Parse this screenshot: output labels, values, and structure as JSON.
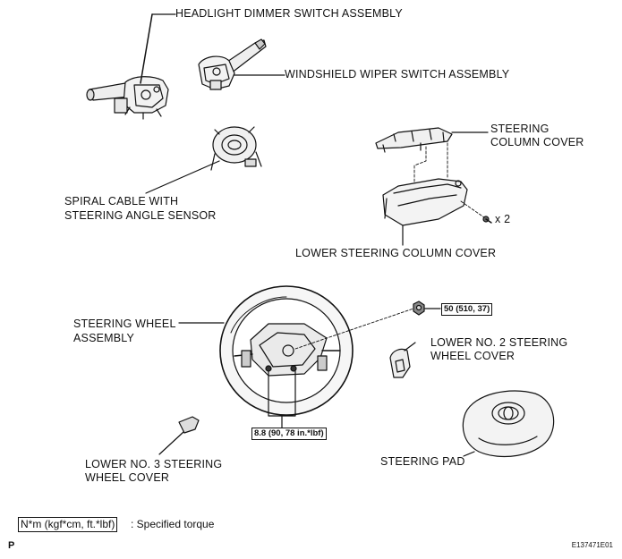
{
  "labels": {
    "headlight": "HEADLIGHT DIMMER SWITCH ASSEMBLY",
    "wiper": "WINDSHIELD WIPER SWITCH ASSEMBLY",
    "col_cover_1": "STEERING",
    "col_cover_2": "COLUMN COVER",
    "spiral_1": "SPIRAL CABLE WITH",
    "spiral_2": "STEERING ANGLE SENSOR",
    "x2": "x 2",
    "lower_col": "LOWER STEERING COLUMN COVER",
    "wheel_1": "STEERING WHEEL",
    "wheel_2": "ASSEMBLY",
    "lower2_1": "LOWER NO. 2 STEERING",
    "lower2_2": "WHEEL COVER",
    "lower3_1": "LOWER NO. 3 STEERING",
    "lower3_2": "WHEEL COVER",
    "pad": "STEERING PAD"
  },
  "torques": {
    "nut": "50 (510, 37)",
    "screws": "8.8 (90, 78 in.*lbf)"
  },
  "legend": {
    "box": "N*m (kgf*cm, ft.*lbf)",
    "text": ": Specified torque"
  },
  "footer": {
    "page_mark": "P",
    "code": "E137471E01"
  }
}
